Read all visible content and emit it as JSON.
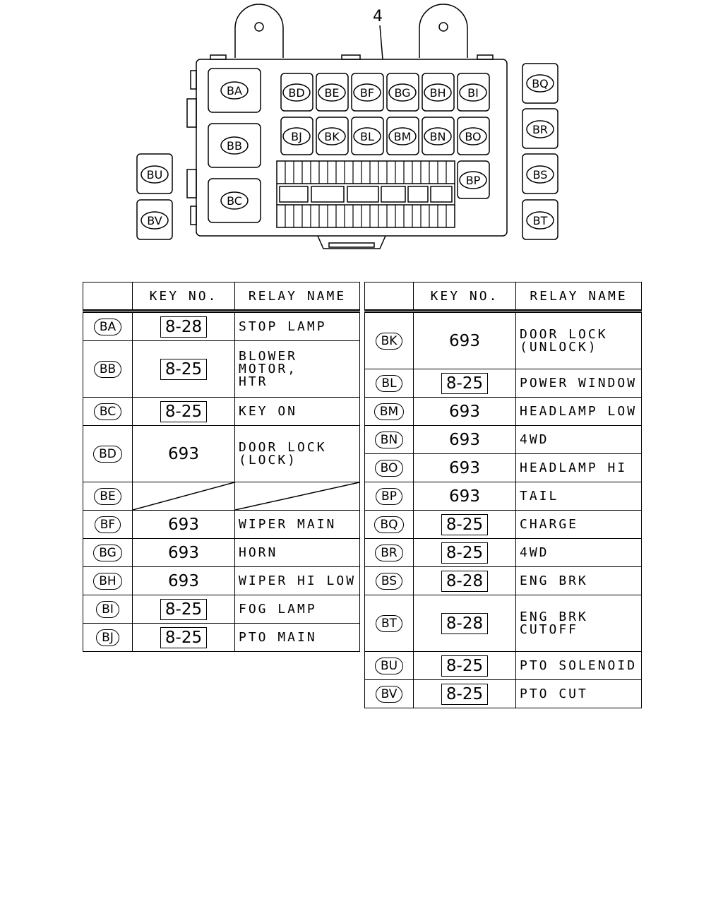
{
  "part_label": "4",
  "header": {
    "key_no": "KEY NO.",
    "relay_name": "RELAY NAME"
  },
  "left_rows": [
    {
      "code": "BA",
      "key": "8-28",
      "boxed": true,
      "name": "STOP LAMP",
      "tall": false
    },
    {
      "code": "BB",
      "key": "8-25",
      "boxed": true,
      "name": "BLOWER MOTOR,\nHTR",
      "tall": true
    },
    {
      "code": "BC",
      "key": "8-25",
      "boxed": true,
      "name": "KEY ON",
      "tall": false
    },
    {
      "code": "BD",
      "key": "693",
      "boxed": false,
      "name": "DOOR LOCK\n(LOCK)",
      "tall": true
    },
    {
      "code": "BE",
      "key": "",
      "boxed": false,
      "name": "",
      "tall": false,
      "blank": true
    },
    {
      "code": "BF",
      "key": "693",
      "boxed": false,
      "name": "WIPER MAIN",
      "tall": false
    },
    {
      "code": "BG",
      "key": "693",
      "boxed": false,
      "name": "HORN",
      "tall": false
    },
    {
      "code": "BH",
      "key": "693",
      "boxed": false,
      "name": "WIPER HI LOW",
      "tall": false
    },
    {
      "code": "BI",
      "key": "8-25",
      "boxed": true,
      "name": "FOG LAMP",
      "tall": false
    },
    {
      "code": "BJ",
      "key": "8-25",
      "boxed": true,
      "name": "PTO MAIN",
      "tall": false
    }
  ],
  "right_rows": [
    {
      "code": "BK",
      "key": "693",
      "boxed": false,
      "name": "DOOR LOCK\n(UNLOCK)",
      "tall": true
    },
    {
      "code": "BL",
      "key": "8-25",
      "boxed": true,
      "name": "POWER WINDOW",
      "tall": false
    },
    {
      "code": "BM",
      "key": "693",
      "boxed": false,
      "name": "HEADLAMP LOW",
      "tall": false
    },
    {
      "code": "BN",
      "key": "693",
      "boxed": false,
      "name": "4WD",
      "tall": false
    },
    {
      "code": "BO",
      "key": "693",
      "boxed": false,
      "name": "HEADLAMP HI",
      "tall": false
    },
    {
      "code": "BP",
      "key": "693",
      "boxed": false,
      "name": "TAIL",
      "tall": false
    },
    {
      "code": "BQ",
      "key": "8-25",
      "boxed": true,
      "name": "CHARGE",
      "tall": false
    },
    {
      "code": "BR",
      "key": "8-25",
      "boxed": true,
      "name": "4WD",
      "tall": false
    },
    {
      "code": "BS",
      "key": "8-28",
      "boxed": true,
      "name": "ENG BRK",
      "tall": false
    },
    {
      "code": "BT",
      "key": "8-28",
      "boxed": true,
      "name": "ENG BRK\nCUTOFF",
      "tall": true
    },
    {
      "code": "BU",
      "key": "8-25",
      "boxed": true,
      "name": "PTO SOLENOID",
      "tall": false
    },
    {
      "code": "BV",
      "key": "8-25",
      "boxed": true,
      "name": "PTO CUT",
      "tall": false
    }
  ]
}
